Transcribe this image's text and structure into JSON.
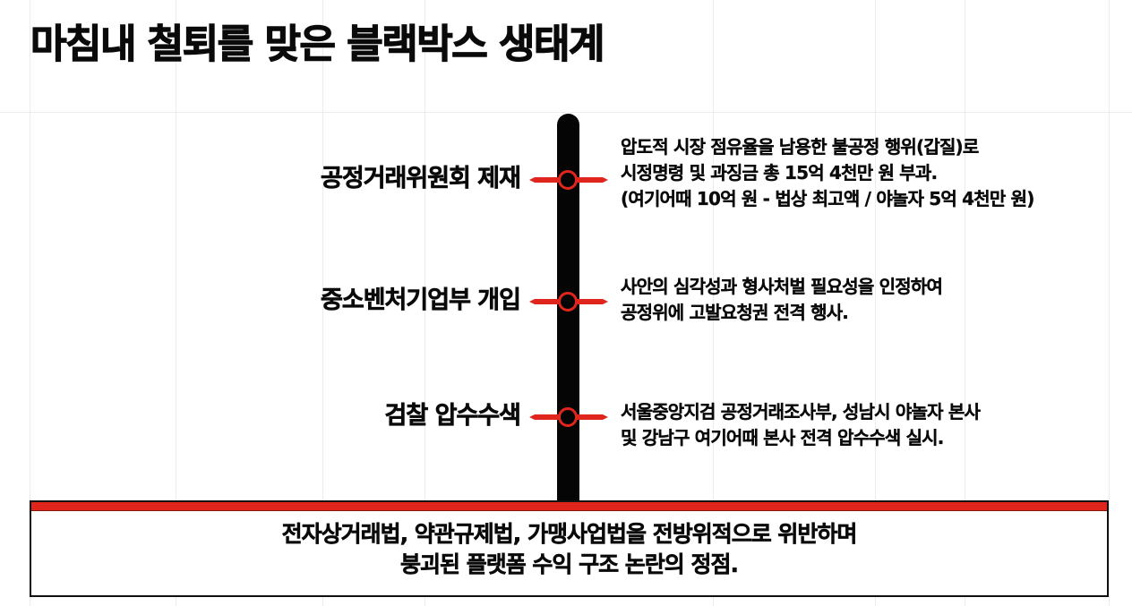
{
  "title": "마침내 철퇴를 맞은 블랙박스 생태계",
  "colors": {
    "accent_red": "#e0261c",
    "axis_black": "#050505",
    "text": "#0a0a0a",
    "grid": "#ececec"
  },
  "timeline": {
    "events": [
      {
        "label": "공정거래위원회 제재",
        "marker": "red-ring-dot-icon",
        "description": [
          "압도적 시장 점유율을 남용한 불공정 행위(갑질)로",
          "시정명령 및 과징금 총 15억 4천만 원 부과.",
          "(여기어때 10억 원 - 법상 최고액 / 야놀자 5억 4천만 원)"
        ]
      },
      {
        "label": "중소벤처기업부 개입",
        "marker": "red-ring-dot-icon",
        "description": [
          "사안의 심각성과 형사처벌 필요성을 인정하여",
          "공정위에 고발요청권 전격 행사."
        ]
      },
      {
        "label": "검찰 압수수색",
        "marker": "red-ring-dot-icon",
        "description": [
          "서울중앙지검 공정거래조사부, 성남시 야놀자 본사",
          "및 강남구 여기어때 본사 전격 압수수색 실시."
        ]
      }
    ]
  },
  "summary": {
    "lines": [
      "전자상거래법, 약관규제법, 가맹사업법을 전방위적으로 위반하며",
      "붕괴된 플랫폼 수익 구조 논란의 정점."
    ]
  }
}
